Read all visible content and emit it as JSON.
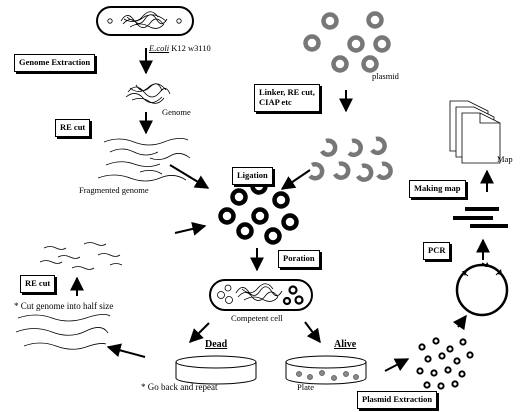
{
  "labels": {
    "ecoli": "E.coli K12 w3110",
    "plasmid": "plasmid",
    "genome": "Genome",
    "fragmented_genome": "Fragmented genome",
    "map": "Map",
    "competent_cell": "Competent cell",
    "plate": "Plate"
  },
  "steps": {
    "genome_extraction": "Genome Extraction",
    "re_cut": "RE cut",
    "linker_line1": "Linker, RE cut,",
    "linker_line2": "CIAP etc",
    "ligation": "Ligation",
    "poration": "Poration",
    "making_map": "Making map",
    "pcr": "PCR",
    "re_cut_2": "RE cut",
    "plasmid_extraction": "Plasmid Extraction"
  },
  "outcomes": {
    "dead": "Dead",
    "alive": "Alive"
  },
  "notes": {
    "cut_half": "* Cut genome into half size",
    "go_back": "* Go back and repeat"
  },
  "colors": {
    "ink": "#000000",
    "plasmid_ring": "#777777",
    "background": "#ffffff"
  }
}
